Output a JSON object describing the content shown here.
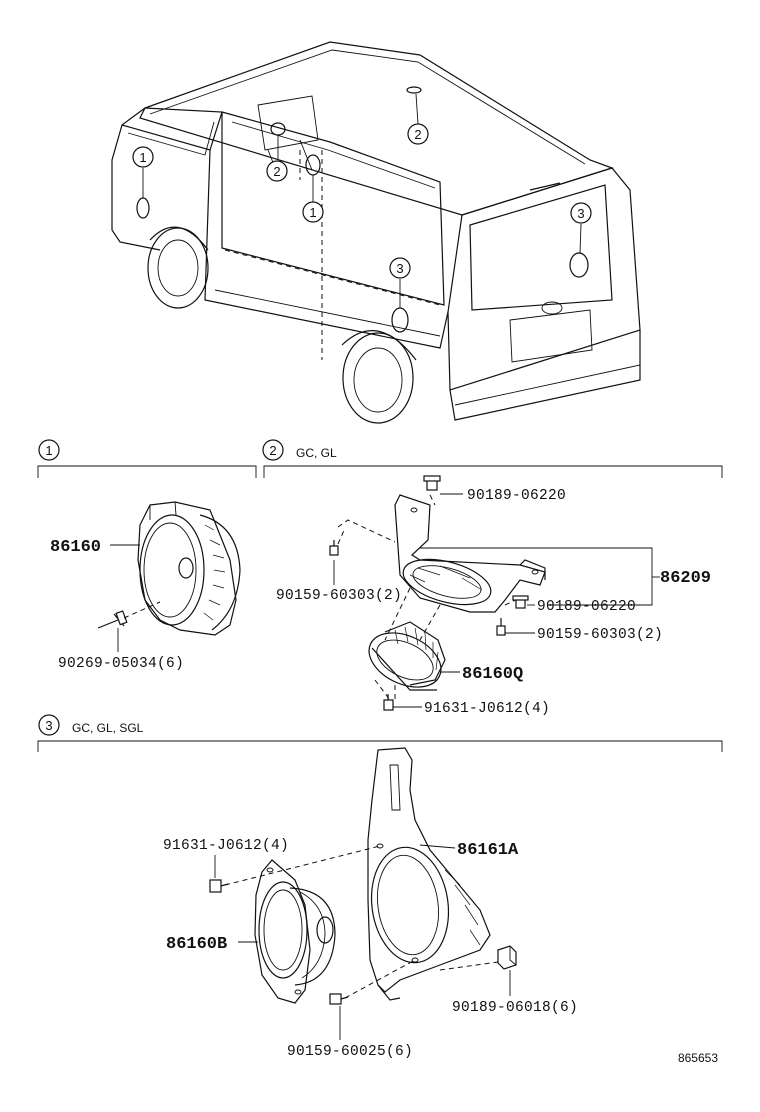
{
  "callouts": {
    "one": "1",
    "two": "2",
    "three": "3"
  },
  "sections": [
    {
      "number": "1",
      "note": ""
    },
    {
      "number": "2",
      "note": "GC, GL"
    },
    {
      "number": "3",
      "note": "GC, GL, SGL"
    }
  ],
  "parts": {
    "s1_speaker": "86160",
    "s1_screw": "90269-05034(6)",
    "s2_clip_top": "90189-06220",
    "s2_screw_left": "90159-60303(2)",
    "s2_bracket": "86209",
    "s2_clip_right": "90189-06220",
    "s2_screw_right": "90159-60303(2)",
    "s2_speaker": "86160Q",
    "s2_bolt": "91631-J0612(4)",
    "s3_bolt": "91631-J0612(4)",
    "s3_bracket": "86161A",
    "s3_speaker": "86160B",
    "s3_clip": "90189-06018(6)",
    "s3_screw": "90159-60025(6)"
  },
  "reference_number": "865653"
}
